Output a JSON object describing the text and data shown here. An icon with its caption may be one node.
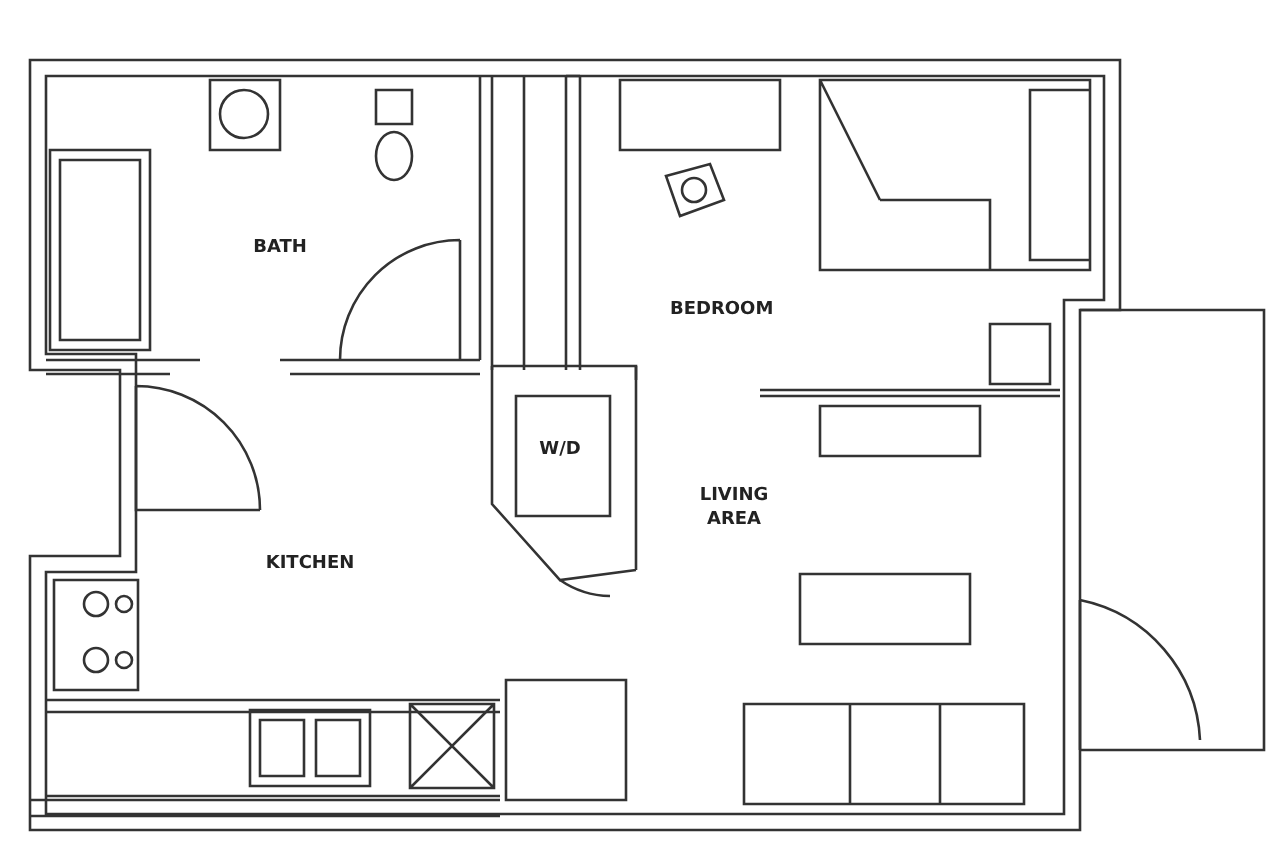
{
  "diagram": {
    "labels": [
      "BATH",
      "BEDROOM",
      "W/D",
      "LIVING AREA",
      "KITCHEN"
    ]
  }
}
